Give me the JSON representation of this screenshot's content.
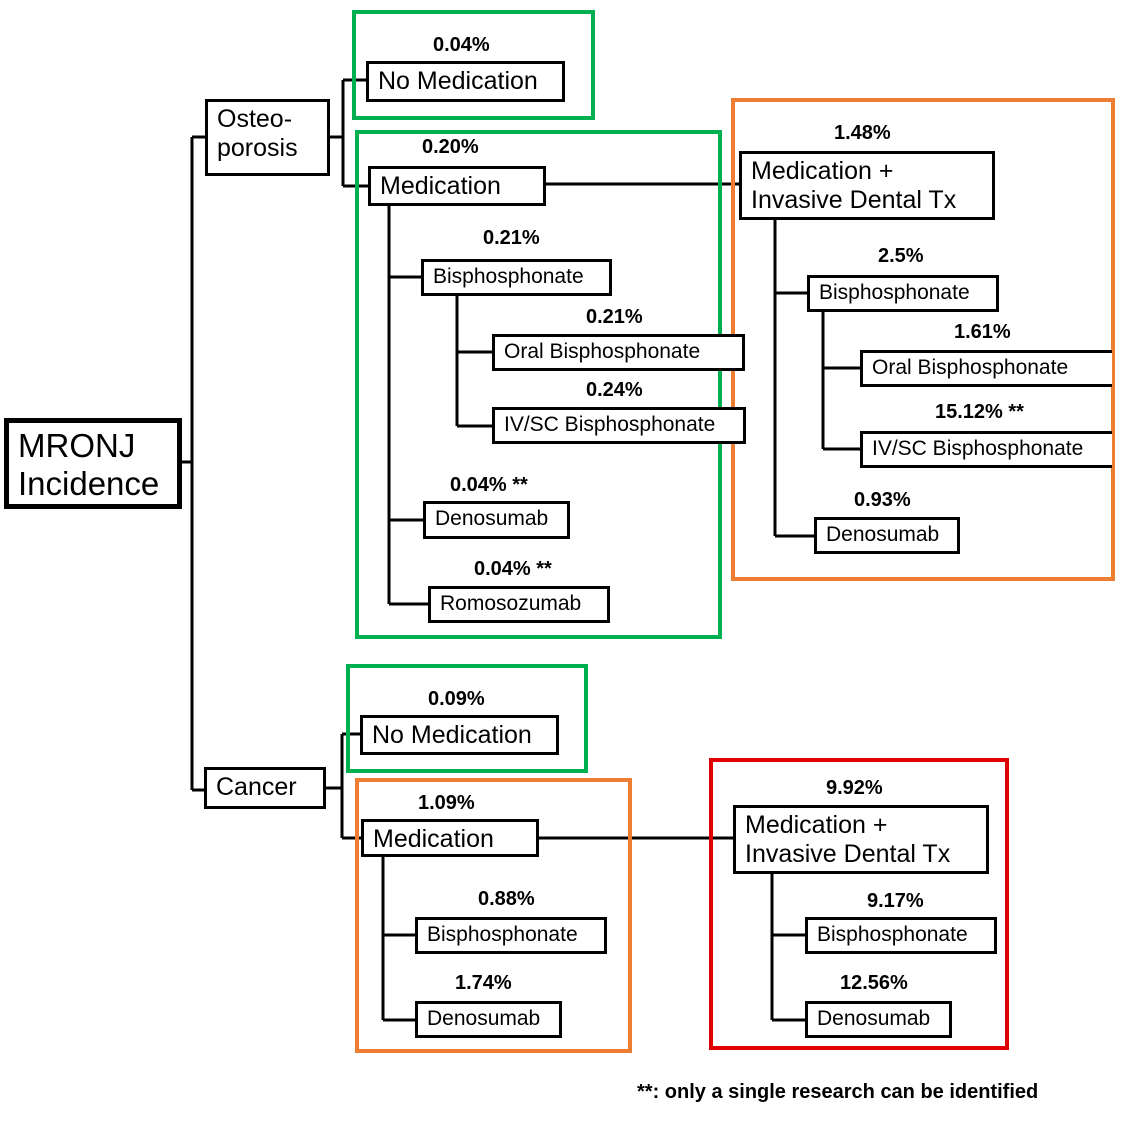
{
  "root": "MRONJ\nIncidence",
  "osteoporosis": {
    "label": "Osteo-\nporosis",
    "no_medication": {
      "label": "No Medication",
      "pct": "0.04%"
    },
    "medication": {
      "label": "Medication",
      "pct": "0.20%",
      "bisphosphonate": {
        "label": "Bisphosphonate",
        "pct": "0.21%"
      },
      "oral_bp": {
        "label": "Oral Bisphosphonate",
        "pct": "0.21%"
      },
      "ivsc_bp": {
        "label": "IV/SC Bisphosphonate",
        "pct": "0.24%"
      },
      "denosumab": {
        "label": "Denosumab",
        "pct": "0.04% **"
      },
      "romosozumab": {
        "label": "Romosozumab",
        "pct": "0.04% **"
      }
    },
    "invasive": {
      "label": "Medication +\nInvasive Dental Tx",
      "pct": "1.48%",
      "bisphosphonate": {
        "label": "Bisphosphonate",
        "pct": "2.5%"
      },
      "oral_bp": {
        "label": "Oral Bisphosphonate",
        "pct": "1.61%"
      },
      "ivsc_bp": {
        "label": "IV/SC Bisphosphonate",
        "pct": "15.12% **"
      },
      "denosumab": {
        "label": "Denosumab",
        "pct": "0.93%"
      }
    }
  },
  "cancer": {
    "label": "Cancer",
    "no_medication": {
      "label": "No Medication",
      "pct": "0.09%"
    },
    "medication": {
      "label": "Medication",
      "pct": "1.09%",
      "bisphosphonate": {
        "label": "Bisphosphonate",
        "pct": "0.88%"
      },
      "denosumab": {
        "label": "Denosumab",
        "pct": "1.74%"
      }
    },
    "invasive": {
      "label": "Medication +\nInvasive Dental Tx",
      "pct": "9.92%",
      "bisphosphonate": {
        "label": "Bisphosphonate",
        "pct": "9.17%"
      },
      "denosumab": {
        "label": "Denosumab",
        "pct": "12.56%"
      }
    }
  },
  "footnote": "**: only a single research can be identified",
  "colors": {
    "low_risk": "#00b050",
    "medium_risk": "#ed7d31",
    "high_risk": "#e00000",
    "line": "#000000"
  }
}
